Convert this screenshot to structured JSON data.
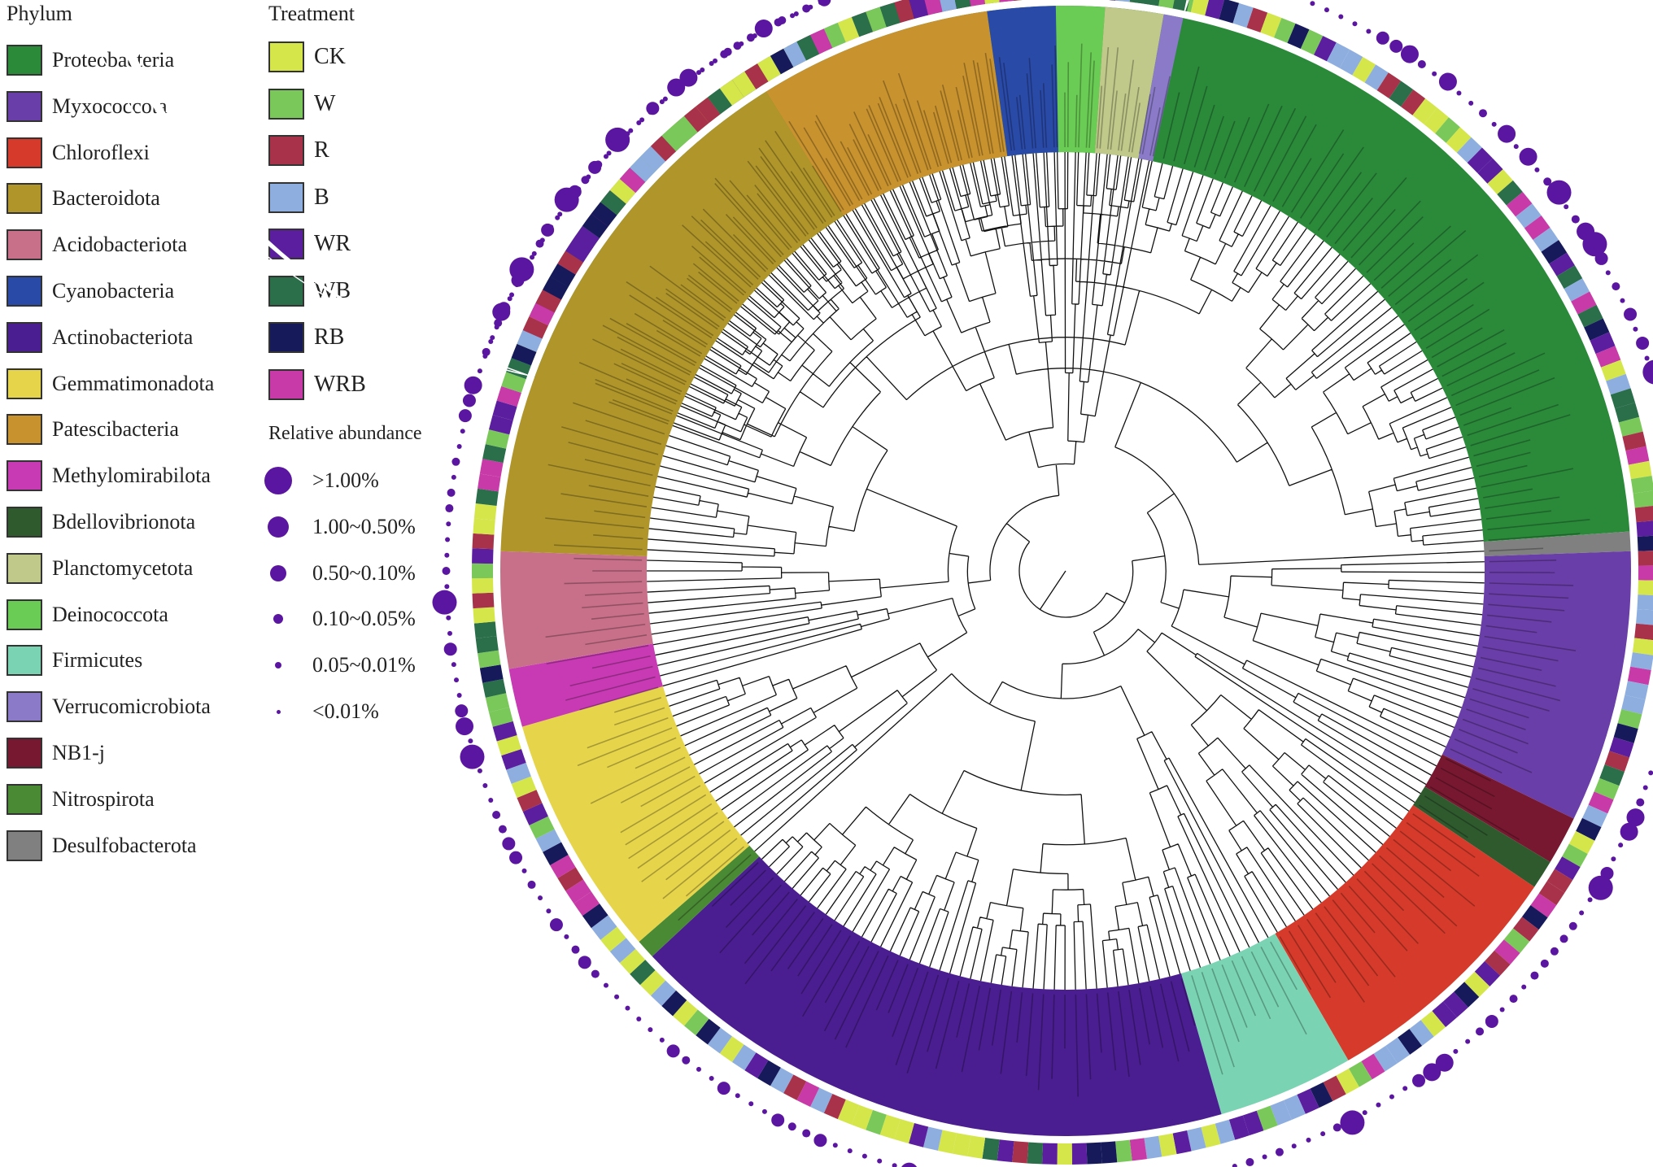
{
  "phylum_legend": {
    "title": "Phylum",
    "items": [
      {
        "label": "Proteobacteria",
        "color": "#2a8a3a"
      },
      {
        "label": "Myxococcota",
        "color": "#6a3ea8"
      },
      {
        "label": "Chloroflexi",
        "color": "#d63a2a"
      },
      {
        "label": "Bacteroidota",
        "color": "#b0962a"
      },
      {
        "label": "Acidobacteriota",
        "color": "#c8708a"
      },
      {
        "label": "Cyanobacteria",
        "color": "#2a4aa8"
      },
      {
        "label": "Actinobacteriota",
        "color": "#4a1e90"
      },
      {
        "label": "Gemmatimonadota",
        "color": "#e6d44a"
      },
      {
        "label": "Patescibacteria",
        "color": "#c8922e"
      },
      {
        "label": "Methylomirabilota",
        "color": "#c83ab4"
      },
      {
        "label": "Bdellovibrionota",
        "color": "#2e5a2e"
      },
      {
        "label": "Planctomycetota",
        "color": "#c0c88a"
      },
      {
        "label": "Deinococcota",
        "color": "#6acc54"
      },
      {
        "label": "Firmicutes",
        "color": "#7ad4b4"
      },
      {
        "label": "Verrucomicrobiota",
        "color": "#8a7ac8"
      },
      {
        "label": "NB1-j",
        "color": "#781830"
      },
      {
        "label": "Nitrospirota",
        "color": "#4a8a34"
      },
      {
        "label": "Desulfobacterota",
        "color": "#808080"
      }
    ]
  },
  "treatment_legend": {
    "title": "Treatment",
    "items": [
      {
        "label": "CK",
        "color": "#d4e64a"
      },
      {
        "label": "W",
        "color": "#7ac85a"
      },
      {
        "label": "R",
        "color": "#a8324a"
      },
      {
        "label": "B",
        "color": "#8eaee0"
      },
      {
        "label": "WR",
        "color": "#5a1e9e"
      },
      {
        "label": "WB",
        "color": "#2a6e4a"
      },
      {
        "label": "RB",
        "color": "#161a5a"
      },
      {
        "label": "WRB",
        "color": "#c83aa8"
      }
    ]
  },
  "abundance_legend": {
    "title": "Relative abundance",
    "dot_color": "#5a16a0",
    "items": [
      {
        "label": ">1.00%",
        "level": 6
      },
      {
        "label": "1.00~0.50%",
        "level": 5
      },
      {
        "label": "0.50~0.10%",
        "level": 4
      },
      {
        "label": "0.10~0.05%",
        "level": 3
      },
      {
        "label": "0.05~0.01%",
        "level": 2
      },
      {
        "label": "<0.01%",
        "level": 1
      }
    ]
  },
  "tree": {
    "clades": [
      {
        "phylum": "Proteobacteria",
        "start_deg": 200,
        "end_deg": 356
      },
      {
        "phylum": "Desulfobacterota",
        "start_deg": 356,
        "end_deg": 358
      },
      {
        "phylum": "Myxococcota",
        "start_deg": 358,
        "end_deg": 386
      },
      {
        "phylum": "NB1-j",
        "start_deg": 386,
        "end_deg": 391
      },
      {
        "phylum": "Bdellovibrionota",
        "start_deg": 391,
        "end_deg": 394
      },
      {
        "phylum": "Chloroflexi",
        "start_deg": 394,
        "end_deg": 420
      },
      {
        "phylum": "Firmicutes",
        "start_deg": 420,
        "end_deg": 434
      },
      {
        "phylum": "Actinobacteriota",
        "start_deg": 434,
        "end_deg": 497
      },
      {
        "phylum": "Nitrospirota",
        "start_deg": 497,
        "end_deg": 499
      },
      {
        "phylum": "Gemmatimonadota",
        "start_deg": 499,
        "end_deg": 524
      },
      {
        "phylum": "Methylomirabilota",
        "start_deg": 524,
        "end_deg": 530
      },
      {
        "phylum": "Acidobacteriota",
        "start_deg": 530,
        "end_deg": 542
      },
      {
        "phylum": "Bacteroidota",
        "start_deg": 542,
        "end_deg": 598
      },
      {
        "phylum": "Patescibacteria",
        "start_deg": 598,
        "end_deg": 622
      },
      {
        "phylum": "Cyanobacteria",
        "start_deg": 622,
        "end_deg": 629
      },
      {
        "phylum": "Deinococcota",
        "start_deg": 629,
        "end_deg": 634
      },
      {
        "phylum": "Planctomycetota",
        "start_deg": 634,
        "end_deg": 640
      },
      {
        "phylum": "Verrucomicrobiota",
        "start_deg": 640,
        "end_deg": 642
      }
    ]
  }
}
